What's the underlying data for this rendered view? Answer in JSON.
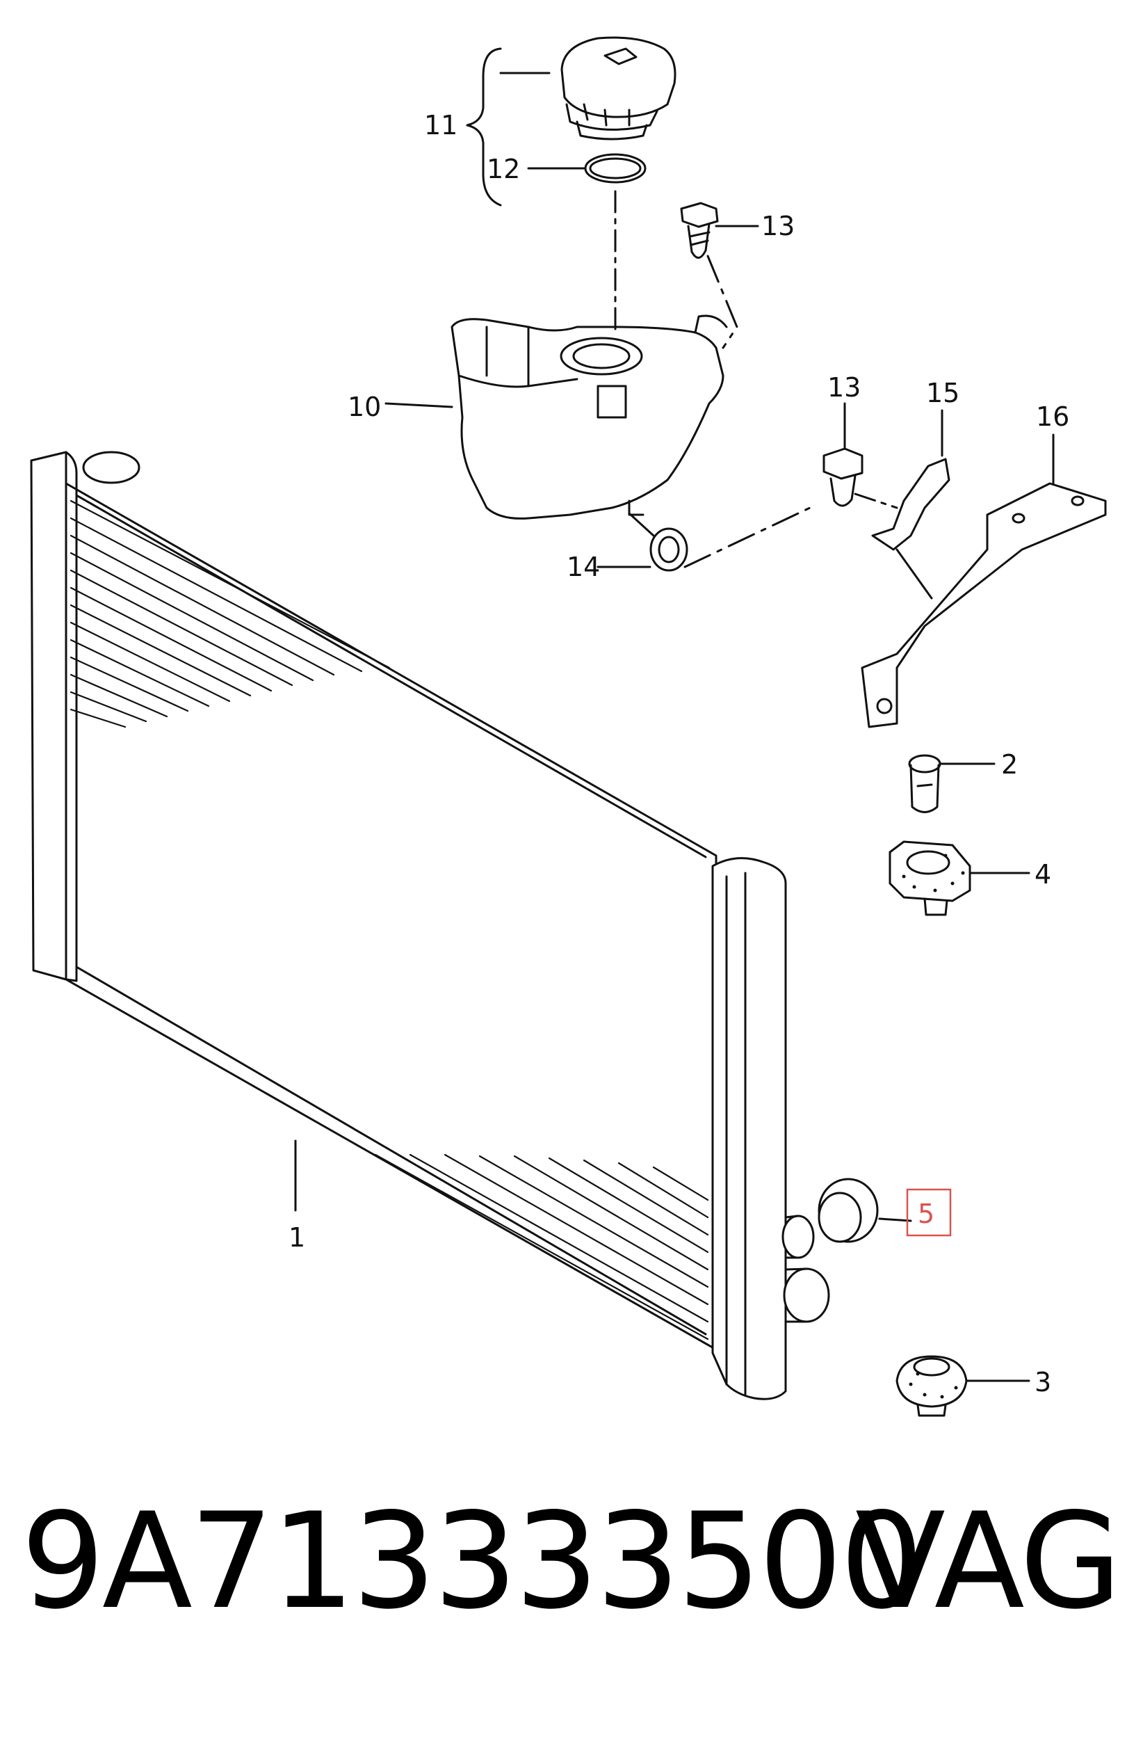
{
  "diagram": {
    "callouts": [
      {
        "id": "1",
        "label": "1"
      },
      {
        "id": "2",
        "label": "2"
      },
      {
        "id": "3",
        "label": "3"
      },
      {
        "id": "4",
        "label": "4"
      },
      {
        "id": "5",
        "label": "5",
        "highlighted": true
      },
      {
        "id": "10",
        "label": "10"
      },
      {
        "id": "11",
        "label": "11"
      },
      {
        "id": "12",
        "label": "12"
      },
      {
        "id": "13a",
        "label": "13"
      },
      {
        "id": "13b",
        "label": "13"
      },
      {
        "id": "14",
        "label": "14"
      },
      {
        "id": "15",
        "label": "15"
      },
      {
        "id": "16",
        "label": "16"
      }
    ],
    "highlight_color": "#d9534f"
  },
  "footer": {
    "part_number": "9A713333500",
    "brand": "VAG"
  }
}
